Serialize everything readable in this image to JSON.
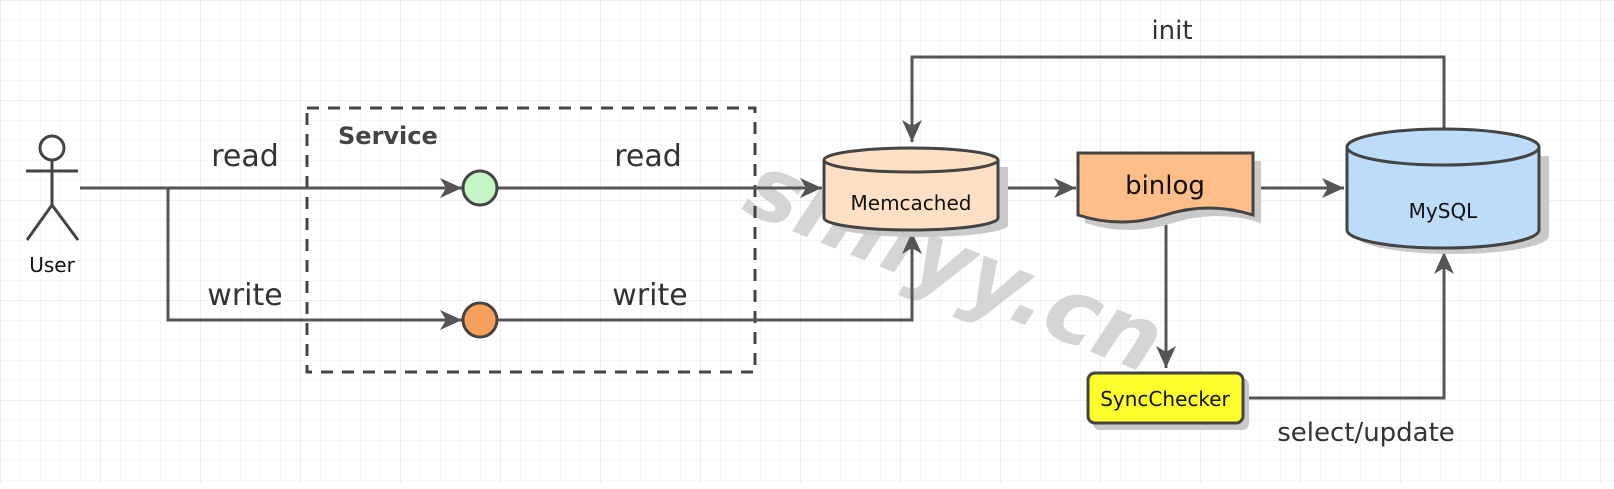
{
  "diagram": {
    "title": "",
    "nodes": {
      "user": {
        "label": "User"
      },
      "service": {
        "label": "Service"
      },
      "memcached": {
        "label": "Memcached",
        "fill": "#ffe0c4"
      },
      "binlog": {
        "label": "binlog",
        "fill": "#ffbe88"
      },
      "mysql": {
        "label": "MySQL",
        "fill": "#bddcfa"
      },
      "syncchecker": {
        "label": "SyncChecker",
        "fill": "#fdfd2a"
      },
      "read_node": {
        "fill": "#c6f6c6"
      },
      "write_node": {
        "fill": "#f5a05a"
      }
    },
    "edges": {
      "read_user": "read",
      "write_user": "write",
      "read_service": "read",
      "write_service": "write",
      "init": "init",
      "select_update": "select/update"
    },
    "watermark": "simyy.cn"
  }
}
